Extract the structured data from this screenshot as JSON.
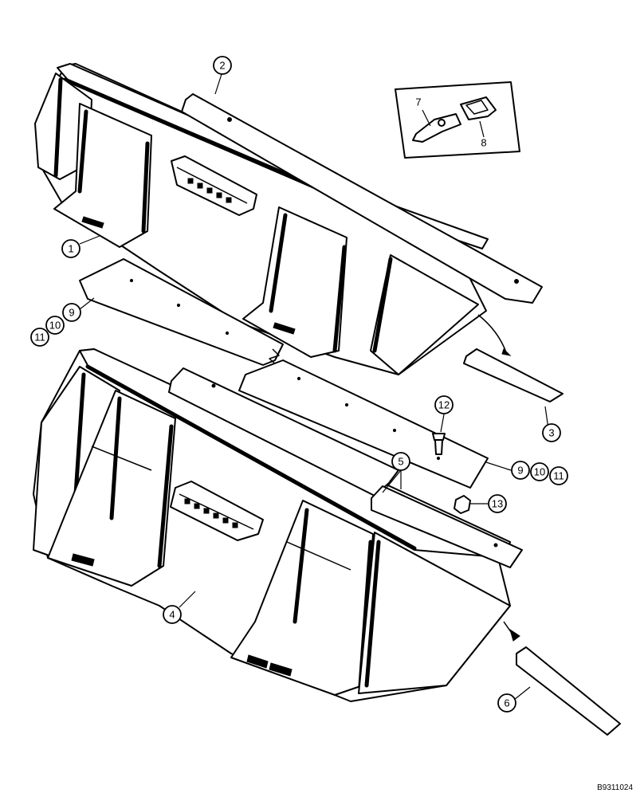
{
  "callouts": {
    "c1": "1",
    "c2": "2",
    "c3": "3",
    "c4": "4",
    "c5": "5",
    "c6": "6",
    "c7": "7",
    "c8": "8",
    "c9a": "9",
    "c10a": "10",
    "c11a": "11",
    "c9b": "9",
    "c10b": "10",
    "c11b": "11",
    "c12": "12",
    "c13": "13"
  },
  "reference_code": "B9311024"
}
